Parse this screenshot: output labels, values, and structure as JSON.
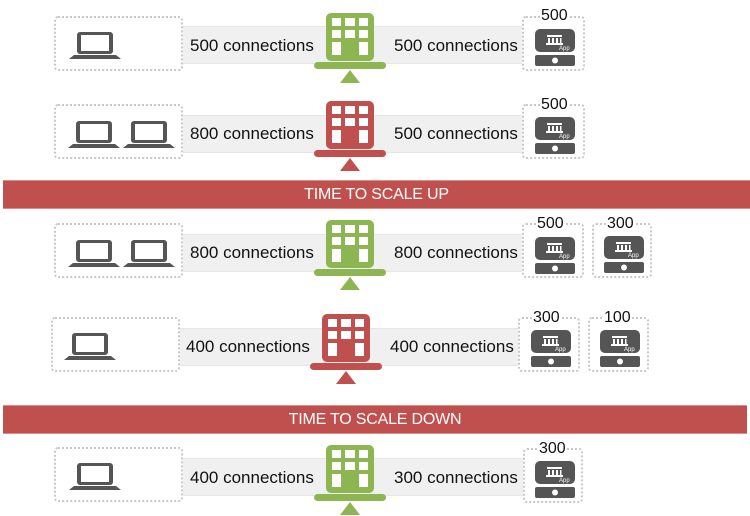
{
  "colors": {
    "balancer_ok": "#8db653",
    "balancer_overloaded": "#c0504d",
    "banner": "#c0504d",
    "icon_dark": "#555555"
  },
  "rows": [
    {
      "clients": 1,
      "client_connections": "500 connections",
      "balancer_state": "ok",
      "server_connections": "500 connections",
      "servers": [
        {
          "count": "500",
          "label": "App"
        }
      ]
    },
    {
      "clients": 2,
      "client_connections": "800 connections",
      "balancer_state": "overloaded",
      "server_connections": "500 connections",
      "servers": [
        {
          "count": "500",
          "label": "App"
        }
      ]
    },
    {
      "clients": 2,
      "client_connections": "800 connections",
      "balancer_state": "ok",
      "server_connections": "800 connections",
      "servers": [
        {
          "count": "500",
          "label": "App"
        },
        {
          "count": "300",
          "label": "App"
        }
      ]
    },
    {
      "clients": 1,
      "client_connections": "400 connections",
      "balancer_state": "overloaded",
      "server_connections": "400 connections",
      "servers": [
        {
          "count": "300",
          "label": "App"
        },
        {
          "count": "100",
          "label": "App"
        }
      ]
    },
    {
      "clients": 1,
      "client_connections": "400 connections",
      "balancer_state": "ok",
      "server_connections": "300 connections",
      "servers": [
        {
          "count": "300",
          "label": "App"
        }
      ]
    }
  ],
  "banners": {
    "scale_up": "TIME TO SCALE UP",
    "scale_down": "TIME TO SCALE DOWN"
  }
}
